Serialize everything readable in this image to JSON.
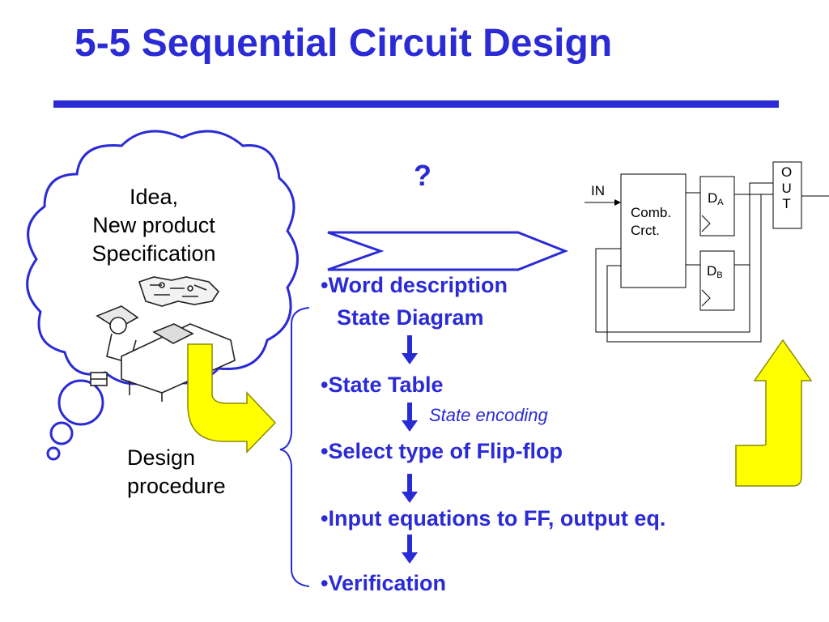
{
  "slide": {
    "title": "5-5 Sequential Circuit Design"
  },
  "cloud": {
    "line1": "Idea,",
    "line2": "New product",
    "line3": "Specification"
  },
  "question_mark": "?",
  "left_label": {
    "line1": "Design",
    "line2": "procedure"
  },
  "steps": [
    {
      "bullet": "•",
      "text": "Word description"
    },
    {
      "text": "State Diagram"
    },
    {
      "bullet": "•",
      "text": "State Table"
    },
    {
      "bullet": "•",
      "text": "Select type of Flip-flop"
    },
    {
      "bullet": "•",
      "text": "Input equations to FF, output eq."
    },
    {
      "bullet": "•",
      "text": "Verification"
    }
  ],
  "annotation": "State encoding",
  "circuit": {
    "input_label": "IN",
    "comb_line1": "Comb.",
    "comb_line2": "Crct.",
    "ff_a": {
      "main": "D",
      "sub": "A"
    },
    "ff_b": {
      "main": "D",
      "sub": "B"
    },
    "out_letters": [
      "O",
      "U",
      "T"
    ]
  },
  "colors": {
    "accent": "#2b2bd6",
    "arrow_fill": "#ffff00",
    "arrow_stroke": "#8a8a00"
  }
}
